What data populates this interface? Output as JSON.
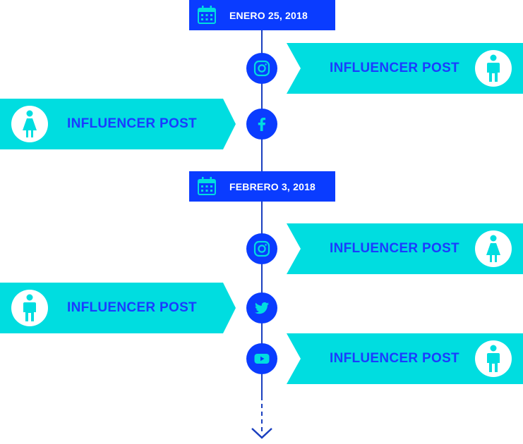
{
  "dates": [
    {
      "label": "ENERO 25, 2018",
      "icon": "calendar-icon"
    },
    {
      "label": "FEBRERO 3, 2018",
      "icon": "calendar-icon"
    }
  ],
  "posts": [
    {
      "label": "INFLUENCER POST",
      "side": "right",
      "network": "instagram-icon",
      "avatar": "male-icon"
    },
    {
      "label": "INFLUENCER POST",
      "side": "left",
      "network": "facebook-icon",
      "avatar": "female-icon"
    },
    {
      "label": "INFLUENCER POST",
      "side": "right",
      "network": "instagram-icon",
      "avatar": "female-icon"
    },
    {
      "label": "INFLUENCER POST",
      "side": "left",
      "network": "twitter-icon",
      "avatar": "male-icon"
    },
    {
      "label": "INFLUENCER POST",
      "side": "right",
      "network": "youtube-icon",
      "avatar": "male-icon"
    }
  ],
  "colors": {
    "accent": "#0a3cff",
    "banner": "#00dde0",
    "line": "#1a3fbf",
    "text": "#1a3cff"
  }
}
